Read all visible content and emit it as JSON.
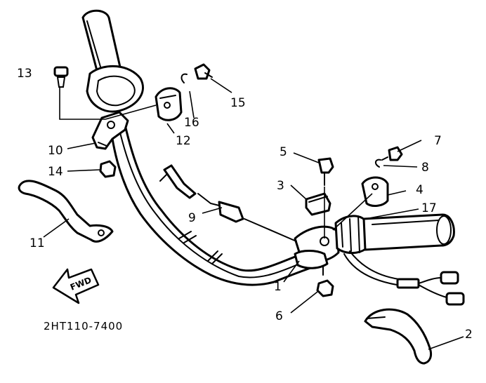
{
  "diagram": {
    "part_code": "2HT110-7400",
    "direction_arrow": "FWD",
    "callouts": [
      "1",
      "2",
      "3",
      "4",
      "5",
      "6",
      "7",
      "8",
      "9",
      "10",
      "11",
      "12",
      "13",
      "14",
      "15",
      "16",
      "17"
    ],
    "stroke_color": "#000000",
    "background_color": "#ffffff"
  }
}
